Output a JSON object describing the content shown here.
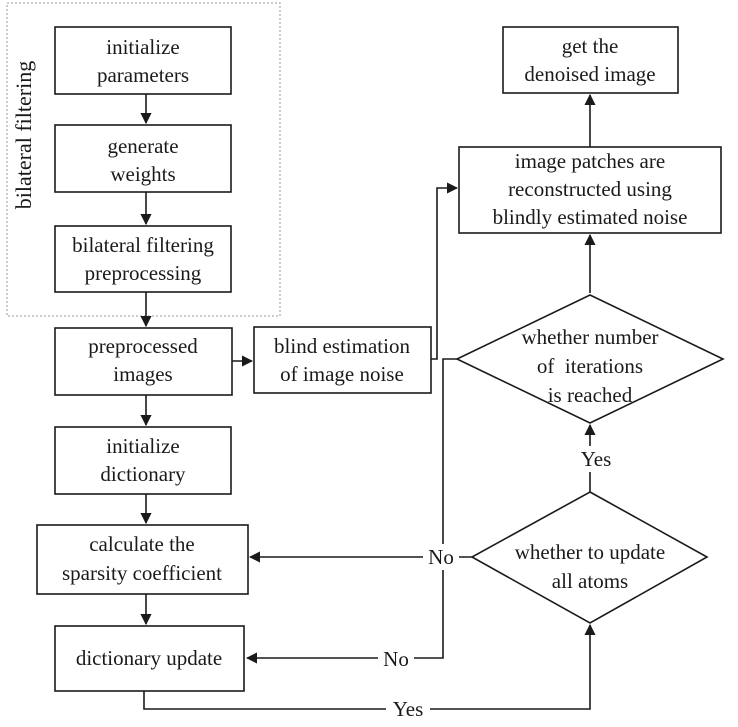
{
  "group": {
    "label": "bilateral filtering"
  },
  "nodes": {
    "init_params": [
      "initialize",
      "parameters"
    ],
    "gen_weights": [
      "generate",
      "weights"
    ],
    "bf_pre": [
      "bilateral filtering",
      "preprocessing"
    ],
    "preprocessed": [
      "preprocessed",
      "images"
    ],
    "blind_est": [
      "blind estimation",
      "of image noise"
    ],
    "init_dict": [
      "initialize",
      "dictionary"
    ],
    "calc_sparsity": [
      "calculate the",
      "sparsity  coefficient"
    ],
    "dict_update": [
      "dictionary update"
    ],
    "update_atoms": [
      "whether to update",
      "all atoms"
    ],
    "iter_reached": [
      "whether number",
      "of  iterations",
      "is reached"
    ],
    "reconstruct": [
      "image patches are",
      "reconstructed using",
      "blindly estimated noise"
    ],
    "denoised": [
      "get the",
      "denoised image"
    ]
  },
  "edge_labels": {
    "update_no": "No",
    "update_yes": "Yes",
    "dict_no": "No",
    "dict_yes": "Yes"
  }
}
